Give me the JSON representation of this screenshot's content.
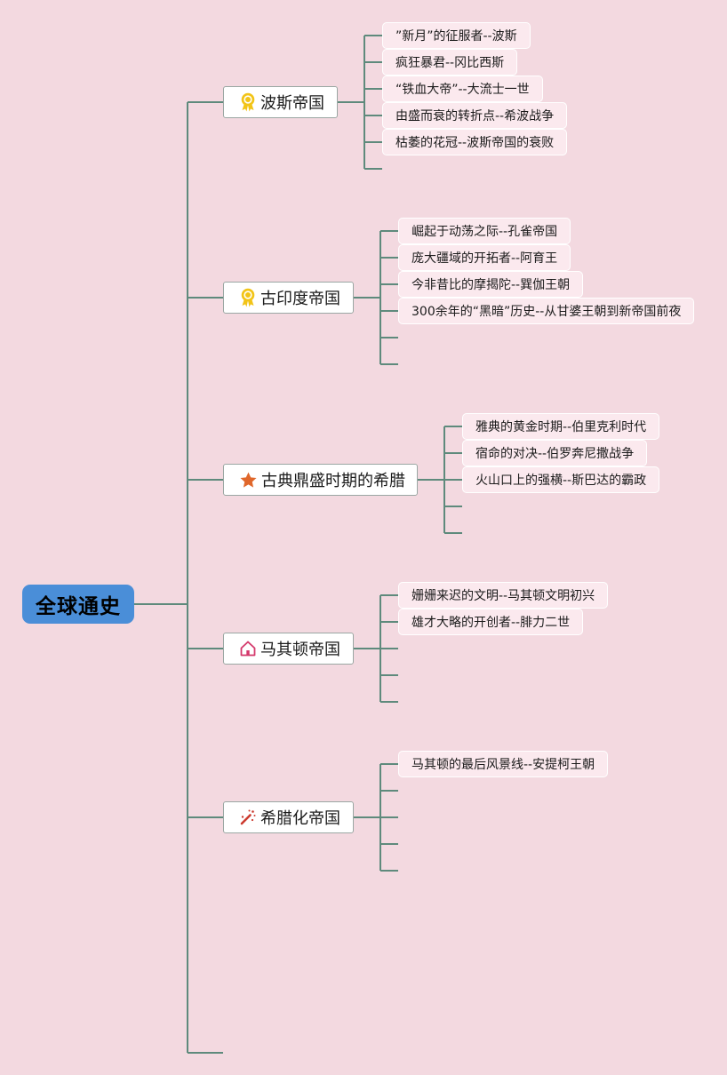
{
  "root": {
    "label": "全球通史"
  },
  "topics": [
    {
      "label": "波斯帝国",
      "icon": "medal-icon",
      "children": [
        "”新月”的征服者--波斯",
        "疯狂暴君--冈比西斯",
        "“铁血大帝”--大流士一世",
        "由盛而衰的转折点--希波战争",
        "枯萎的花冠--波斯帝国的衰败"
      ]
    },
    {
      "label": "古印度帝国",
      "icon": "medal-icon",
      "children": [
        "崛起于动荡之际--孔雀帝国",
        "庞大疆域的开拓者--阿育王",
        "今非昔比的摩揭陀--巽伽王朝",
        "300余年的“黑暗”历史--从甘婆王朝到新帝国前夜"
      ]
    },
    {
      "label": "古典鼎盛时期的希腊",
      "icon": "star-icon",
      "children": [
        "雅典的黄金时期--伯里克利时代",
        "宿命的对决--伯罗奔尼撒战争",
        "火山口上的强横--斯巴达的霸政"
      ]
    },
    {
      "label": "马其顿帝国",
      "icon": "house-icon",
      "children": [
        "姗姗来迟的文明--马其顿文明初兴",
        "雄才大略的开创者--腓力二世"
      ]
    },
    {
      "label": "希腊化帝国",
      "icon": "magic-wand-icon",
      "children": [
        "马其顿的最后风景线--安提柯王朝"
      ]
    }
  ],
  "colors": {
    "background": "#f3d9e0",
    "root_fill": "#4a8ed8",
    "connector": "#5e8a7c",
    "leaf_fill": "#fbe9ee",
    "medal": "#f2c417",
    "star": "#e0672b",
    "house": "#d4386b",
    "wand": "#cc3a2e"
  }
}
